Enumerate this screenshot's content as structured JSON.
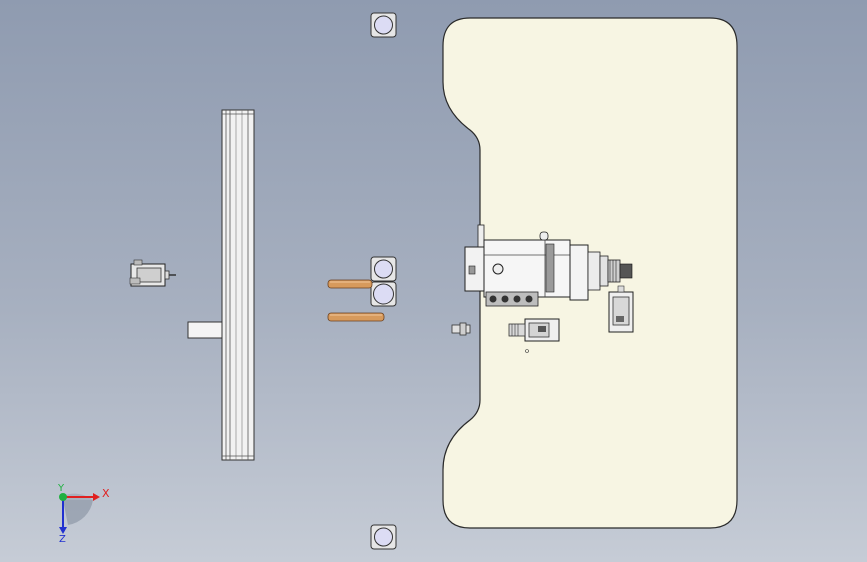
{
  "app": {
    "window": "cad-3d-viewport"
  },
  "triad": {
    "x_label": "X",
    "y_label": "Y",
    "z_label": "Z"
  },
  "colors": {
    "plate_fill": "#f7f5e3",
    "plate_stroke": "#2a2a2a",
    "x_axis": "#e02020",
    "y_axis": "#20b040",
    "z_axis": "#2030d0",
    "rod_copper": "#d79a5c"
  },
  "icons": {
    "servo_motor_left": "servo-motor-icon",
    "spindle": "spindle-assembly-icon",
    "fixtures": "round-fixture-icon"
  }
}
